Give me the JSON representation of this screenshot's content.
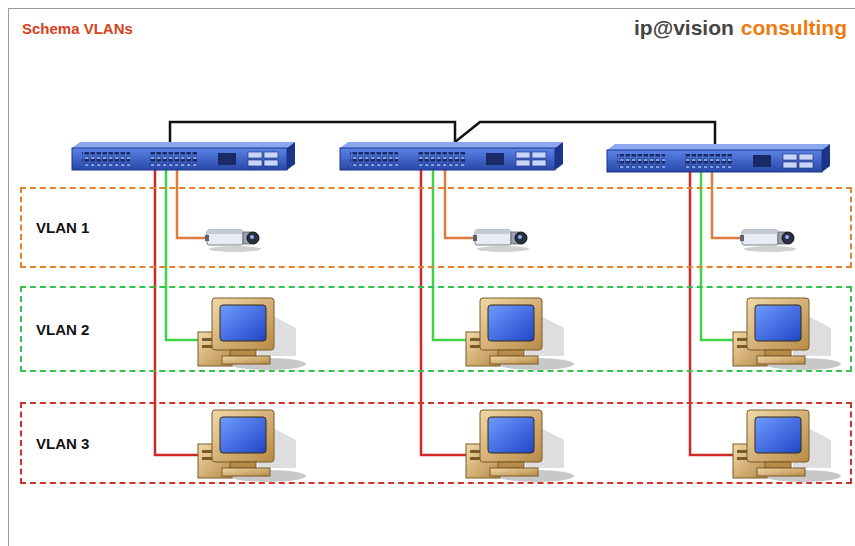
{
  "diagram": {
    "title": "Schema VLANs",
    "nodes": [
      {
        "text": [
          "VLAN 1"
        ]
      },
      {
        "text": [
          "VLAN 2"
        ]
      },
      {
        "text": [
          "VLAN 3"
        ]
      }
    ],
    "labels": [
      "ip@vision",
      "consulting"
    ]
  }
}
